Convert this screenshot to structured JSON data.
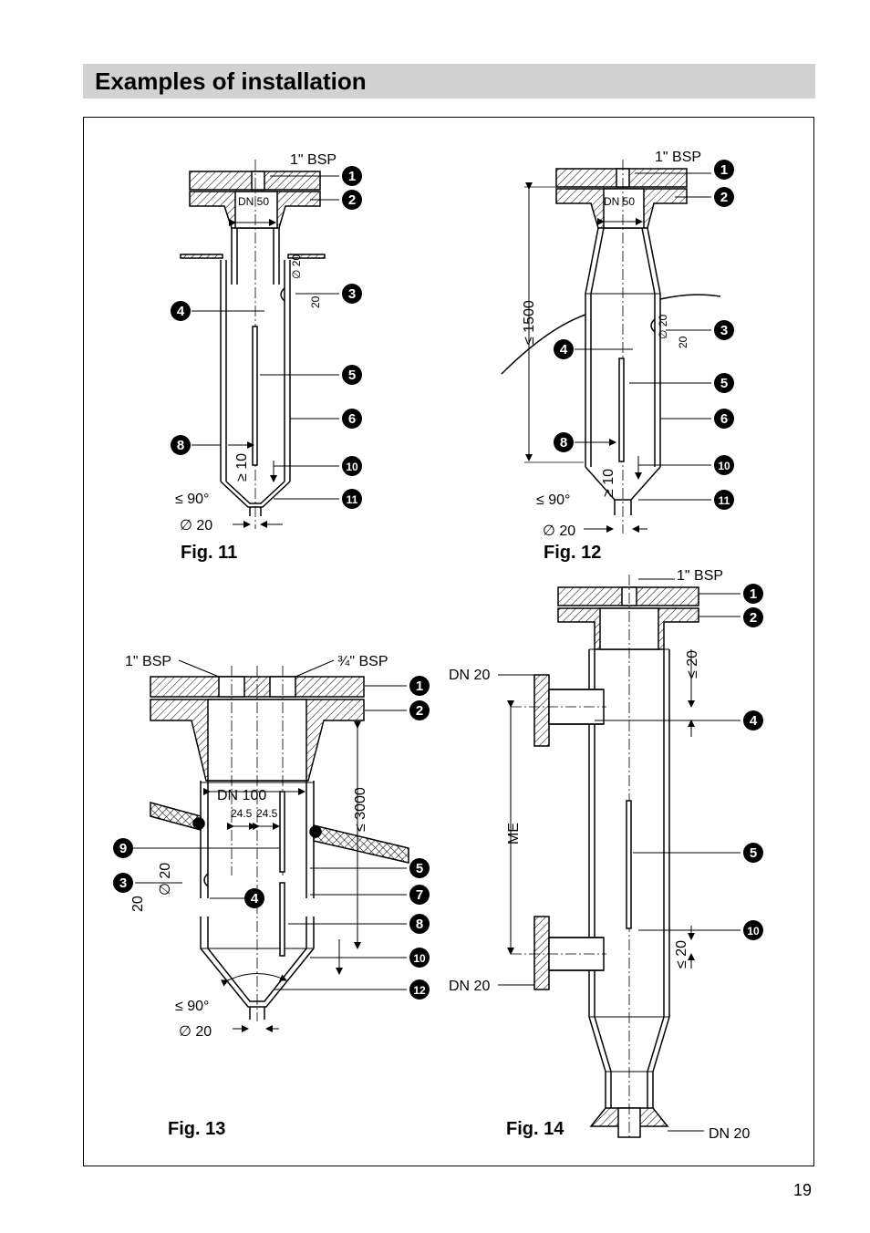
{
  "page": {
    "title": "Examples of installation",
    "page_number": "19"
  },
  "figures": {
    "fig11": {
      "caption": "Fig. 11",
      "bsp": "1\" BSP",
      "dn": "DN 50",
      "angle": "≤ 90°",
      "dia_bottom": "∅ 20",
      "dim_20a": "∅ 20",
      "dim_20b": "20",
      "dim_10": "≥ 10",
      "callouts": [
        "1",
        "2",
        "3",
        "4",
        "5",
        "6",
        "8",
        "10",
        "11"
      ]
    },
    "fig12": {
      "caption": "Fig. 12",
      "bsp": "1\" BSP",
      "dn": "DN 50",
      "height": "≤ 1500",
      "angle": "≤ 90°",
      "dia_bottom": "∅ 20",
      "dim_20a": "∅ 20",
      "dim_20b": "20",
      "dim_10": "≥ 10",
      "callouts": [
        "1",
        "2",
        "3",
        "4",
        "5",
        "6",
        "8",
        "10",
        "11"
      ]
    },
    "fig13": {
      "caption": "Fig. 13",
      "bsp_left": "1\" BSP",
      "bsp_right": "¾\" BSP",
      "dn": "DN 100",
      "dim_a": "24.5",
      "dim_b": "24.5",
      "height": "≤ 3000",
      "dim_20a": "∅ 20",
      "dim_20b": "20",
      "angle": "≤ 90°",
      "dia_bottom": "∅ 20",
      "callouts": [
        "1",
        "2",
        "9",
        "3",
        "4",
        "5",
        "7",
        "8",
        "10",
        "12"
      ]
    },
    "fig14": {
      "caption": "Fig. 14",
      "bsp": "1\" BSP",
      "dn_top": "DN 20",
      "dn_mid": "DN 20",
      "dn_bottom": "DN 20",
      "me": "ME",
      "dim_top": "≤ 20",
      "dim_bottom": "≤ 20",
      "callouts": [
        "1",
        "2",
        "4",
        "5",
        "10"
      ]
    }
  },
  "colors": {
    "header_bar": "#d2d2d2",
    "ink": "#000000"
  }
}
